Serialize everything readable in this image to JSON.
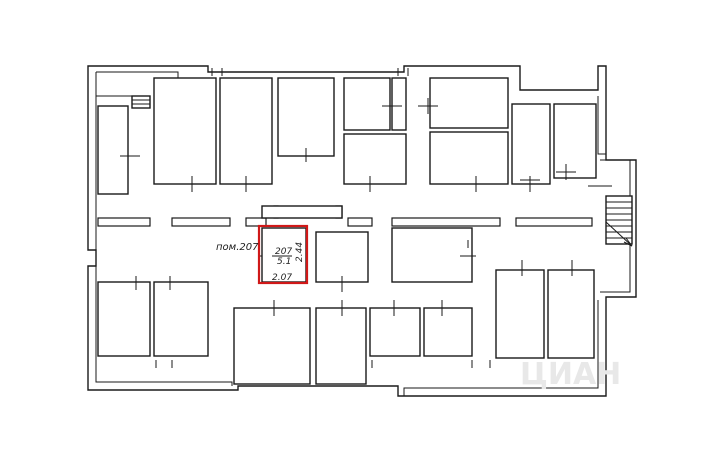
{
  "plan": {
    "room_caption": "пом.207",
    "highlighted_room": {
      "number": "207",
      "area": "5.1",
      "width": "2.07",
      "length": "2.44"
    },
    "highlight_color": "#d01818",
    "line_color": "#1a1a1a",
    "watermark": "ЦИАН"
  }
}
